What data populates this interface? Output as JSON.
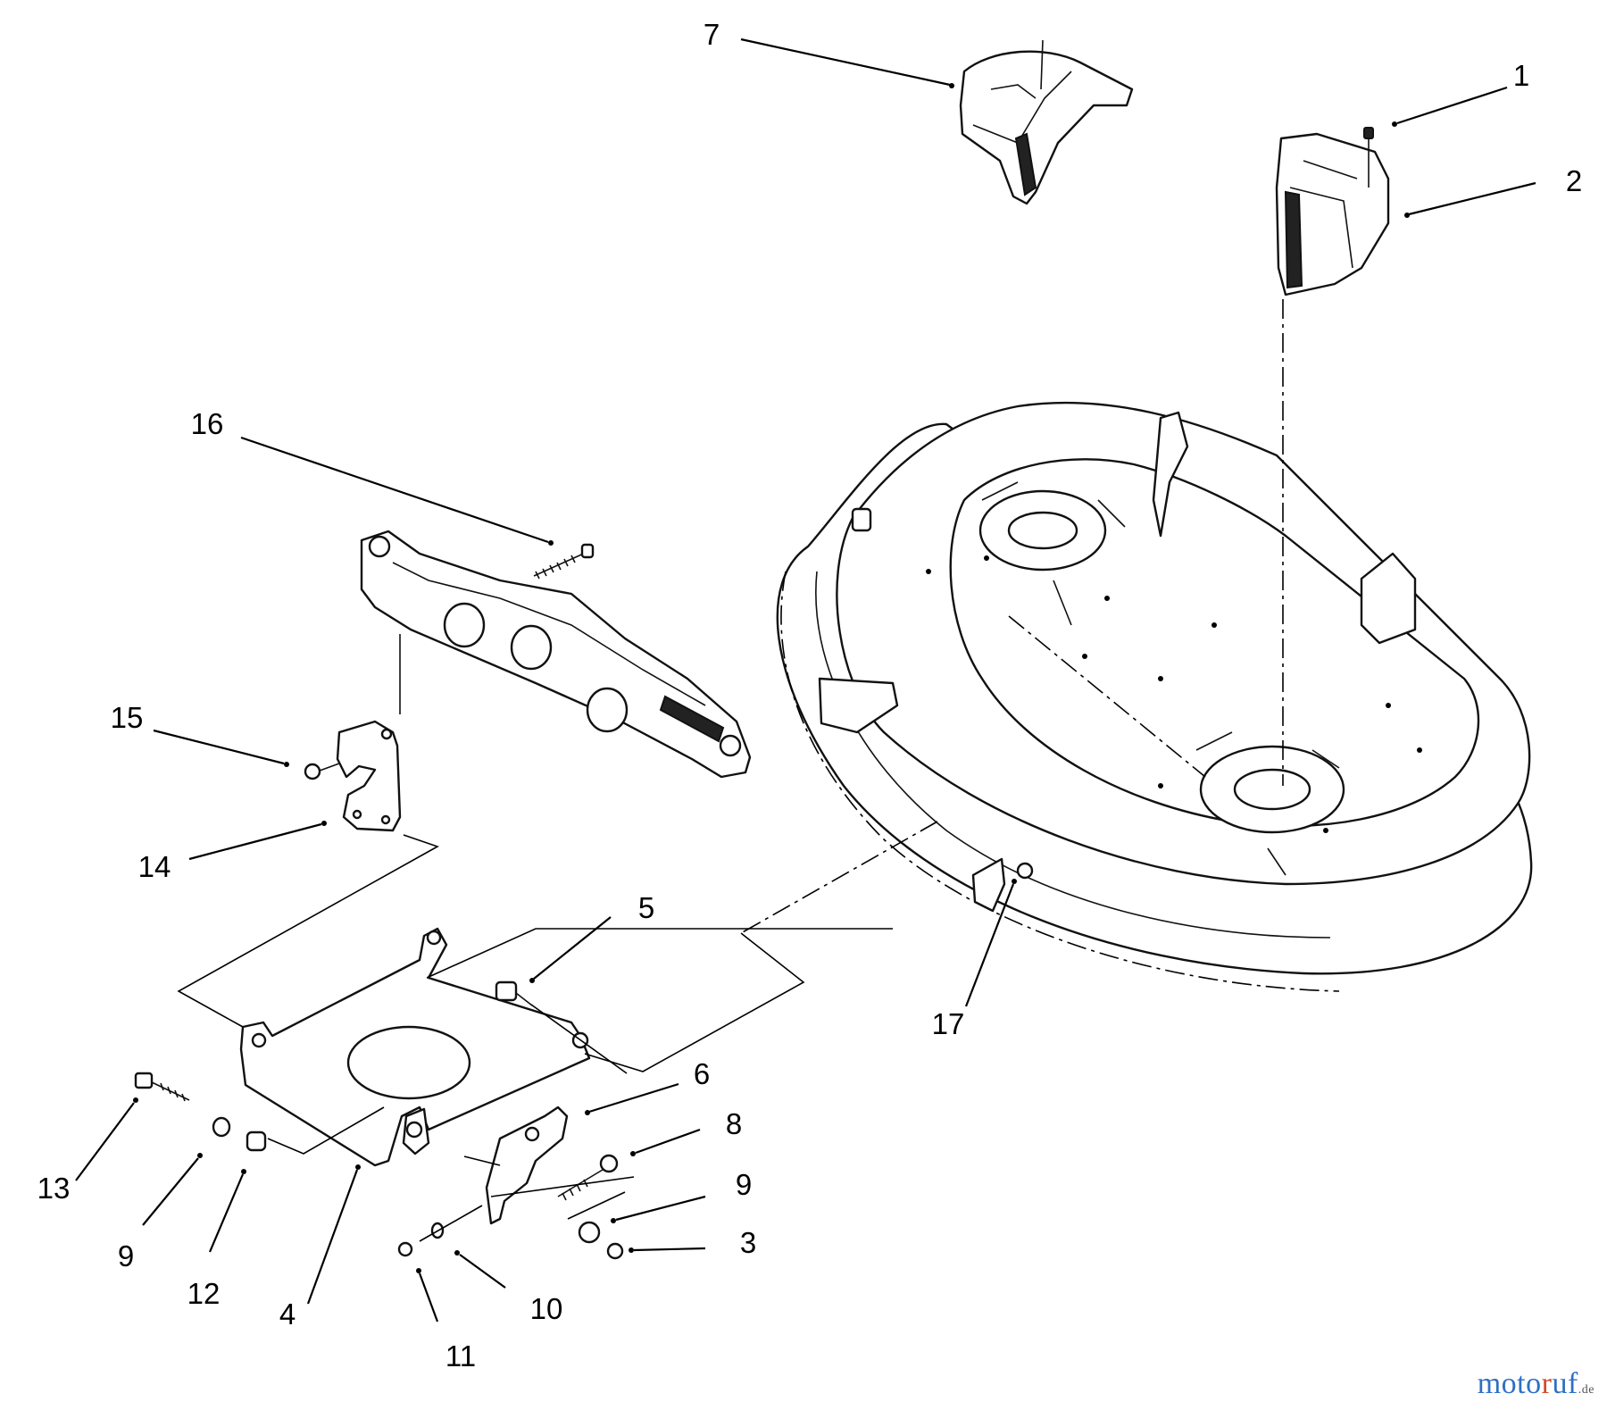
{
  "diagram": {
    "callouts": [
      {
        "id": "c1",
        "label": "1"
      },
      {
        "id": "c2",
        "label": "2"
      },
      {
        "id": "c3",
        "label": "3"
      },
      {
        "id": "c4",
        "label": "4"
      },
      {
        "id": "c5",
        "label": "5"
      },
      {
        "id": "c6",
        "label": "6"
      },
      {
        "id": "c7",
        "label": "7"
      },
      {
        "id": "c8",
        "label": "8"
      },
      {
        "id": "c9a",
        "label": "9"
      },
      {
        "id": "c9b",
        "label": "9"
      },
      {
        "id": "c10",
        "label": "10"
      },
      {
        "id": "c11",
        "label": "11"
      },
      {
        "id": "c12",
        "label": "12"
      },
      {
        "id": "c13",
        "label": "13"
      },
      {
        "id": "c14",
        "label": "14"
      },
      {
        "id": "c15",
        "label": "15"
      },
      {
        "id": "c16",
        "label": "16"
      },
      {
        "id": "c17",
        "label": "17"
      }
    ]
  },
  "watermark": {
    "part1": "moto",
    "part2": "r",
    "part3": "uf",
    "part4": ".de"
  }
}
